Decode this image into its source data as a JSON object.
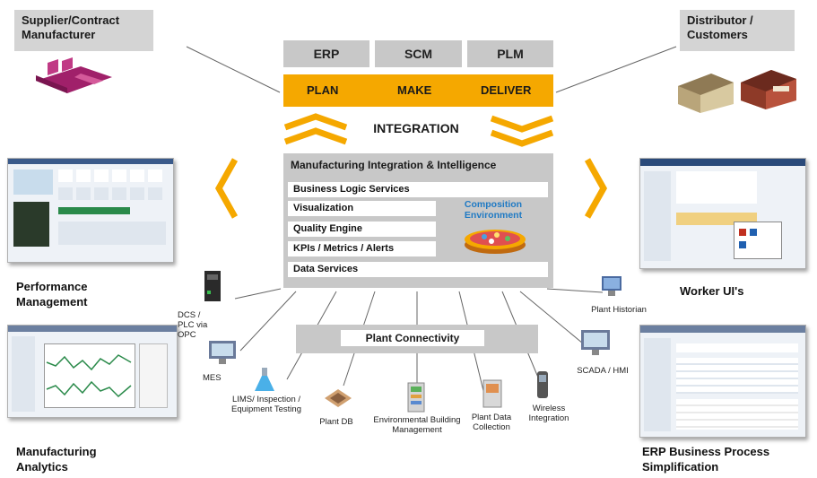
{
  "corners": {
    "supplier": "Supplier/Contract Manufacturer",
    "distributor": "Distributor / Customers"
  },
  "top_systems": [
    "ERP",
    "SCM",
    "PLM"
  ],
  "plan_bar": [
    "PLAN",
    "MAKE",
    "DELIVER"
  ],
  "integration": "INTEGRATION",
  "mii": {
    "title": "Manufacturing Integration & Intelligence",
    "layers": [
      "Business Logic Services",
      "Visualization",
      "Quality Engine",
      "KPIs / Metrics / Alerts",
      "Data Services"
    ],
    "composition": "Composition Environment"
  },
  "plant_connectivity": "Plant Connectivity",
  "side_captions": {
    "performance": "Performance Management",
    "analytics": "Manufacturing Analytics",
    "worker": "Worker UI's",
    "erp": "ERP Business Process Simplification"
  },
  "devices": {
    "dcs": "DCS / PLC via OPC",
    "mes": "MES",
    "lims": "LIMS/ Inspection / Equipment Testing",
    "plantdb": "Plant DB",
    "env": "Environmental Building Management",
    "plantdata": "Plant Data Collection",
    "wireless": "Wireless Integration",
    "scada": "SCADA / HMI",
    "historian": "Plant Historian"
  },
  "colors": {
    "accent": "#f5a800",
    "panel": "#c8c8c8",
    "composition_text": "#1f7ac4"
  }
}
